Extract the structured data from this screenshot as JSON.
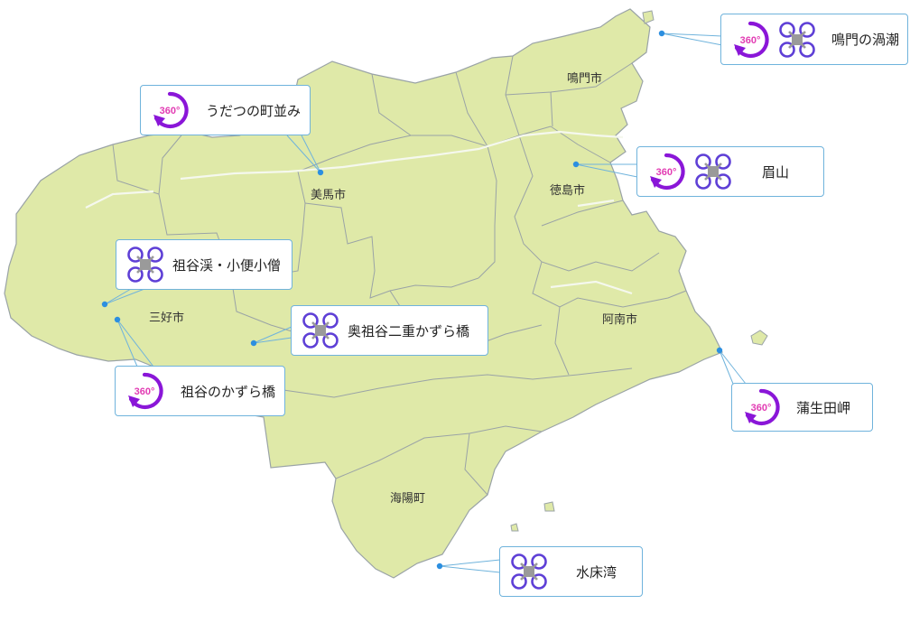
{
  "colors": {
    "land": "#dfe9a8",
    "border": "#9aa3a6",
    "river": "#f5f8ee",
    "callout_border": "#6fb3dc",
    "marker": "#2c8fe0",
    "icon_360": "#8a16d8",
    "icon_360_text": "#e23bb3",
    "icon_drone": "#5e3fd6"
  },
  "cities": [
    {
      "name": "鳴門市"
    },
    {
      "name": "美馬市"
    },
    {
      "name": "徳島市"
    },
    {
      "name": "三好市"
    },
    {
      "name": "阿南市"
    },
    {
      "name": "海陽町"
    }
  ],
  "spots": [
    {
      "title": "鳴門の渦潮",
      "icons": [
        "360-icon",
        "drone-icon"
      ]
    },
    {
      "title": "うだつの町並み",
      "icons": [
        "360-icon"
      ]
    },
    {
      "title": "眉山",
      "icons": [
        "360-icon",
        "drone-icon"
      ]
    },
    {
      "title": "祖谷渓・小便小僧",
      "icons": [
        "drone-icon"
      ]
    },
    {
      "title": "奥祖谷二重かずら橋",
      "icons": [
        "drone-icon"
      ]
    },
    {
      "title": "祖谷のかずら橋",
      "icons": [
        "360-icon"
      ]
    },
    {
      "title": "蒲生田岬",
      "icons": [
        "360-icon"
      ]
    },
    {
      "title": "水床湾",
      "icons": [
        "drone-icon"
      ]
    }
  ],
  "icon_text": {
    "vr": "360°"
  }
}
